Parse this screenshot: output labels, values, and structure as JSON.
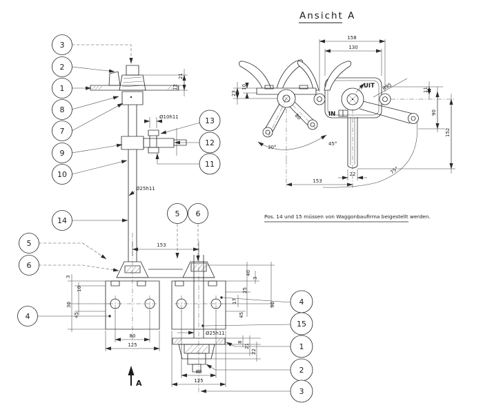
{
  "title": "Ansicht  A",
  "note": "Pos. 14 und 15  müssen  von  Waggonbaufirma  beigestellt werden.",
  "view_arrow_label": "A",
  "labels": {
    "in": "IN",
    "uit": "UIT",
    "r95": "R95"
  },
  "balloons": {
    "n1": "1",
    "n2": "2",
    "n3": "3",
    "n4": "4",
    "n5": "5",
    "n6": "6",
    "n7": "7",
    "n8": "8",
    "n9": "9",
    "n10": "10",
    "n11": "11",
    "n12": "12",
    "n13": "13",
    "n14": "14",
    "n15": "15"
  },
  "dims": {
    "d158": "158",
    "d130": "130",
    "d23": "23",
    "d10": "10",
    "d80": "80",
    "d125": "125",
    "d153": "153",
    "d152": "152",
    "d90": "90",
    "d11": "11",
    "d22": "22",
    "d21": "21",
    "d12": "12",
    "d8": "8",
    "d3": "3",
    "d17": "17",
    "d25": "25",
    "d30": "30",
    "d40": "40",
    "d45": "45",
    "a30": "30°",
    "a45": "45°",
    "a75": "75°",
    "dia10": "Ø10h11",
    "dia25": "Ø25h11"
  }
}
